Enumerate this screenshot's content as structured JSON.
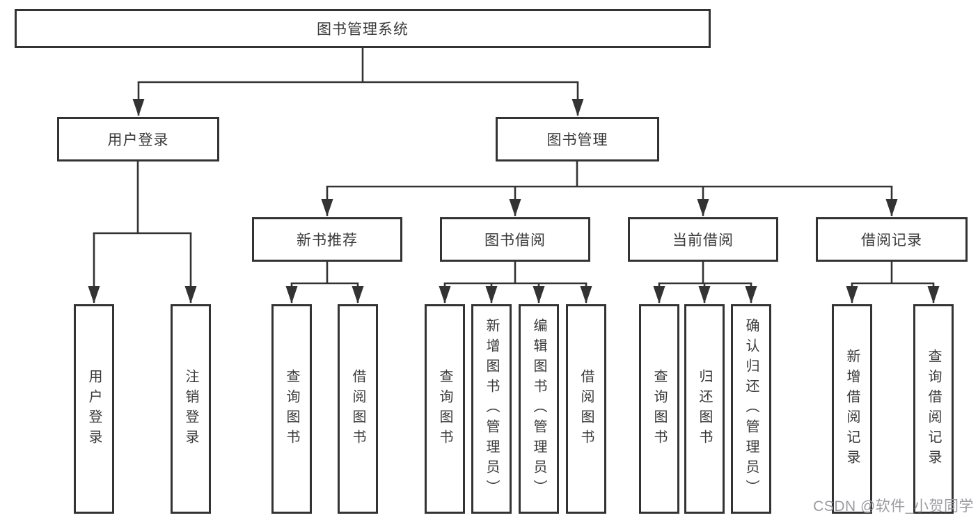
{
  "title": "图书管理系统",
  "branches": [
    {
      "label": "用户登录"
    },
    {
      "label": "图书管理"
    }
  ],
  "modules": [
    {
      "label": "新书推荐"
    },
    {
      "label": "图书借阅"
    },
    {
      "label": "当前借阅"
    },
    {
      "label": "借阅记录"
    }
  ],
  "functions": [
    {
      "label": "用户登录"
    },
    {
      "label": "注销登录"
    },
    {
      "label": "查询图书"
    },
    {
      "label": "借阅图书"
    },
    {
      "label": "查询图书"
    },
    {
      "label": "新增图书（管理员）"
    },
    {
      "label": "编辑图书（管理员）"
    },
    {
      "label": "借阅图书"
    },
    {
      "label": "查询图书"
    },
    {
      "label": "归还图书"
    },
    {
      "label": "确认归还（管理员）"
    },
    {
      "label": "新增借阅记录"
    },
    {
      "label": "查询借阅记录"
    }
  ],
  "hierarchy": {
    "图书管理系统": [
      "用户登录",
      "图书管理"
    ],
    "用户登录": [
      "用户登录",
      "注销登录"
    ],
    "图书管理": [
      "新书推荐",
      "图书借阅",
      "当前借阅",
      "借阅记录"
    ],
    "新书推荐": [
      "查询图书",
      "借阅图书"
    ],
    "图书借阅": [
      "查询图书",
      "新增图书（管理员）",
      "编辑图书（管理员）",
      "借阅图书"
    ],
    "当前借阅": [
      "查询图书",
      "归还图书",
      "确认归还（管理员）"
    ],
    "借阅记录": [
      "新增借阅记录",
      "查询借阅记录"
    ]
  },
  "watermark": "CSDN @软件_小贺同学",
  "colors": {
    "line": "#333333",
    "text": "#3a3a3a",
    "background": "#ffffff",
    "watermark": "#9b9ba1"
  }
}
